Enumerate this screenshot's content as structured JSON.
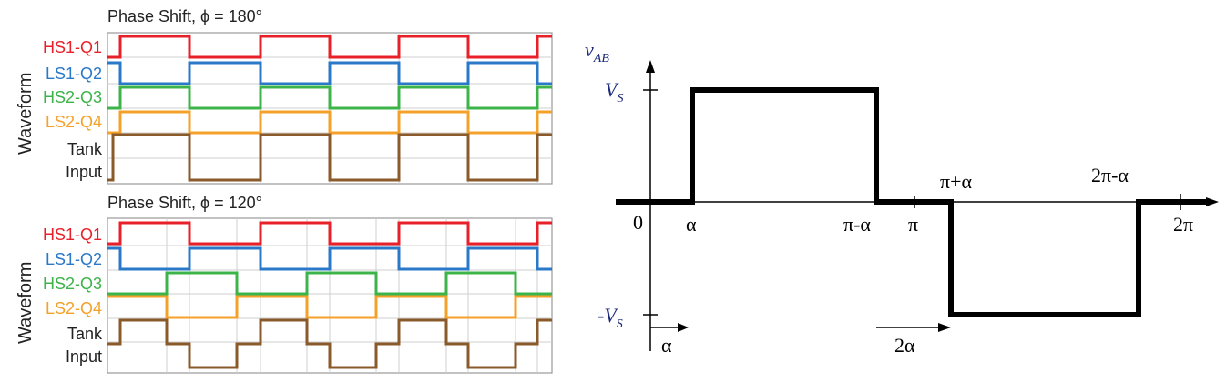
{
  "left_panel": {
    "top": {
      "title": "Phase Shift, ϕ = 180°",
      "channels": [
        "HS1-Q1",
        "LS1-Q2",
        "HS2-Q3",
        "LS2-Q4",
        "Tank",
        "Input"
      ],
      "axis_label": "Waveform"
    },
    "bottom": {
      "title": "Phase Shift, ϕ = 120°",
      "channels": [
        "HS1-Q1",
        "LS1-Q2",
        "HS2-Q3",
        "LS2-Q4",
        "Tank",
        "Input"
      ],
      "axis_label": "Waveform"
    },
    "channel_colors": {
      "HS1-Q1": "#e8202a",
      "LS1-Q2": "#2a78c8",
      "HS2-Q3": "#3cb44a",
      "LS2-Q4": "#f4a12a",
      "Tank": "#8b5a2b"
    }
  },
  "right_panel": {
    "y_axis_label": "v",
    "y_axis_subscript": "AB",
    "y_ticks": {
      "pos": {
        "text": "V",
        "sub": "S"
      },
      "neg": {
        "text": "-V",
        "sub": "S"
      }
    },
    "x_labels": {
      "origin": "0",
      "alpha": "α",
      "pi_minus_alpha": "π-α",
      "pi": "π",
      "pi_plus_alpha": "π+α",
      "two_pi_minus_alpha": "2π-α",
      "two_pi": "2π"
    },
    "annotations": {
      "alpha_arrow": "α",
      "two_alpha_arrow": "2α"
    }
  }
}
